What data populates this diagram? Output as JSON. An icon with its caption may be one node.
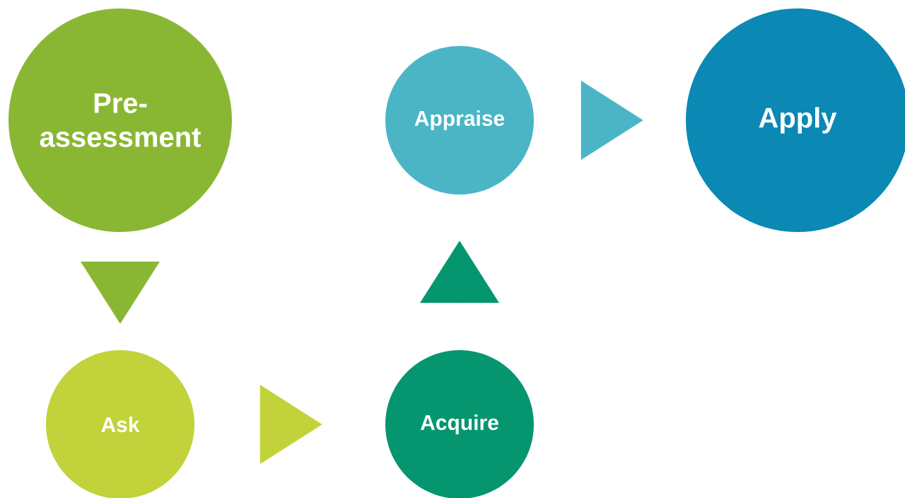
{
  "diagram": {
    "nodes": [
      {
        "text": [
          "Pre-assessment"
        ]
      },
      {
        "text": [
          "Appraise"
        ]
      },
      {
        "text": [
          "Apply"
        ]
      },
      {
        "text": [
          "Ask"
        ]
      },
      {
        "text": [
          "Acquire"
        ]
      }
    ],
    "edges": [
      {
        "from": 0,
        "to": 3,
        "arrow": "to",
        "color": "#8ab733"
      },
      {
        "from": 3,
        "to": 4,
        "arrow": "to",
        "color": "#c2d23a"
      },
      {
        "from": 4,
        "to": 1,
        "arrow": "to",
        "color": "#05966f"
      },
      {
        "from": 1,
        "to": 2,
        "arrow": "to",
        "color": "#4bb5c6"
      }
    ]
  }
}
